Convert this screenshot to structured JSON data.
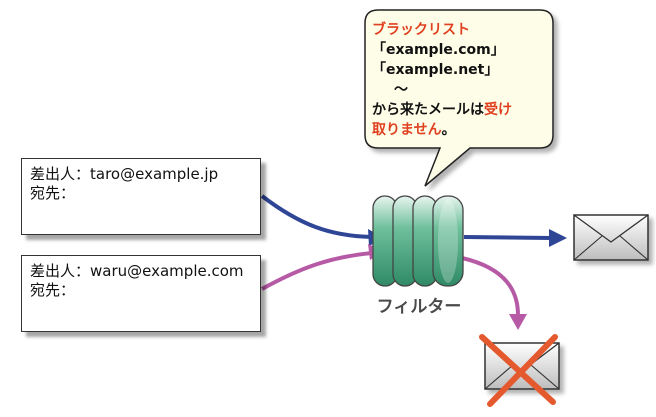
{
  "mails": [
    {
      "sender_label": "差出人：",
      "sender": "taro@example.jp",
      "to_label": "宛先："
    },
    {
      "sender_label": "差出人：",
      "sender": "waru@example.com",
      "to_label": "宛先："
    }
  ],
  "bubble": {
    "title": "ブラックリスト",
    "domain1": "「example.com」",
    "domain2": "「example.net」",
    "tilde": "〜",
    "line_a": "から来たメールは",
    "line_b": "受け",
    "line_c": "取りません",
    "line_d": "。"
  },
  "filter": {
    "label": "フィルター"
  },
  "colors": {
    "accepted_arrow": "#2f4596",
    "rejected_arrow": "#b75aa6",
    "filter_green": "#3f9b78",
    "reject_cross": "#e45a2e",
    "bubble_fill": "#fdfde8",
    "highlight_text": "#e0401f"
  },
  "icons": [
    "envelope-icon",
    "envelope-rejected-icon",
    "reject-cross-icon",
    "filter-cylinder-icon"
  ]
}
